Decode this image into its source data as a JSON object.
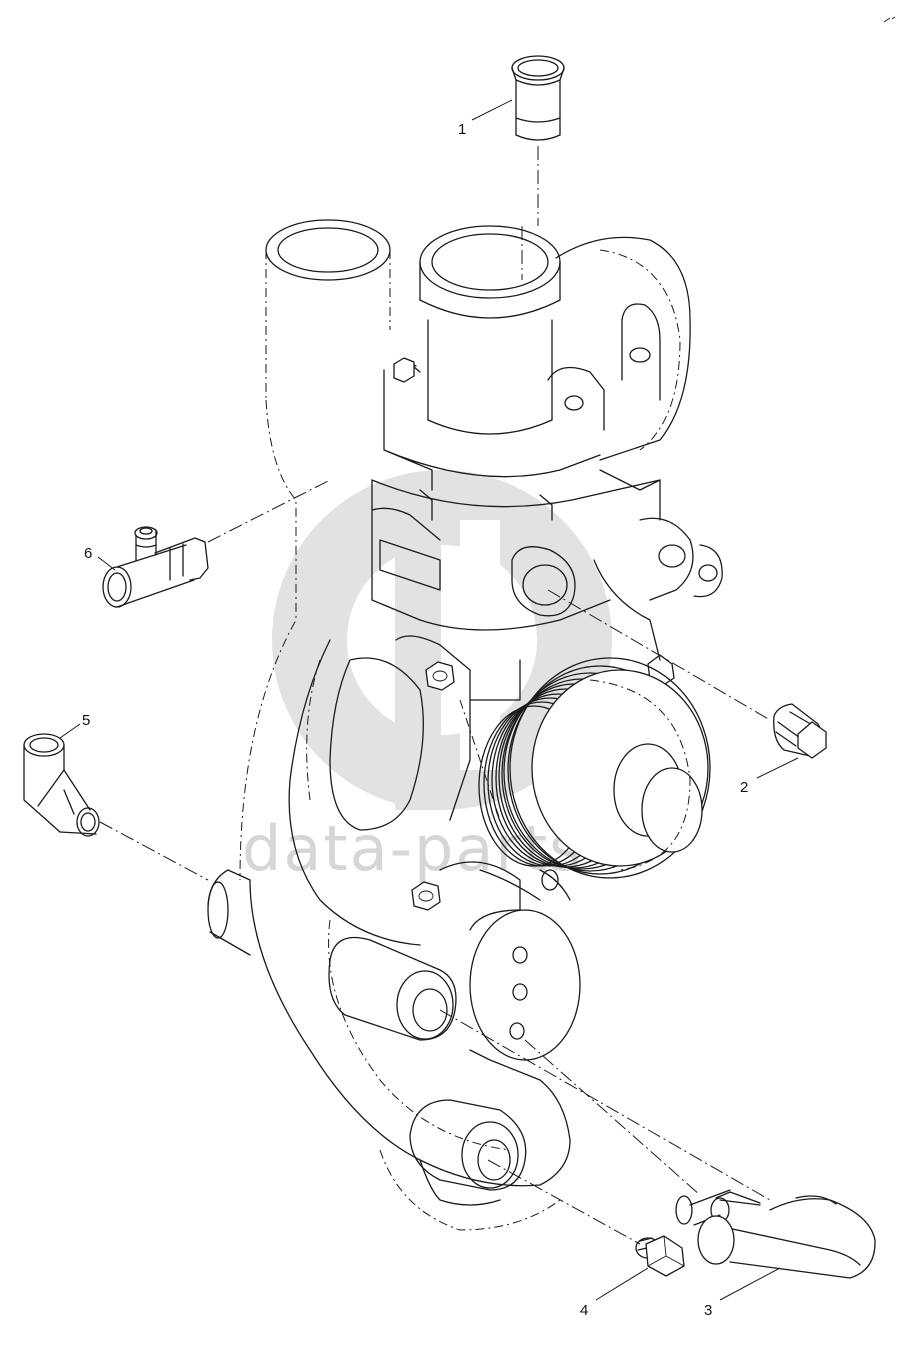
{
  "watermark": {
    "text": "data-parts",
    "color": "#d6d6d6"
  },
  "callouts": [
    {
      "id": "1",
      "label": "1",
      "part": "straight hose fitting"
    },
    {
      "id": "2",
      "label": "2",
      "part": "plug with flange"
    },
    {
      "id": "3",
      "label": "3",
      "part": "Y branch pipe"
    },
    {
      "id": "4",
      "label": "4",
      "part": "threaded plug"
    },
    {
      "id": "5",
      "label": "5",
      "part": "elbow hose fitting"
    },
    {
      "id": "6",
      "label": "6",
      "part": "T fitting with nipple"
    }
  ],
  "colors": {
    "line": "#1a1a1a",
    "background": "#ffffff"
  }
}
